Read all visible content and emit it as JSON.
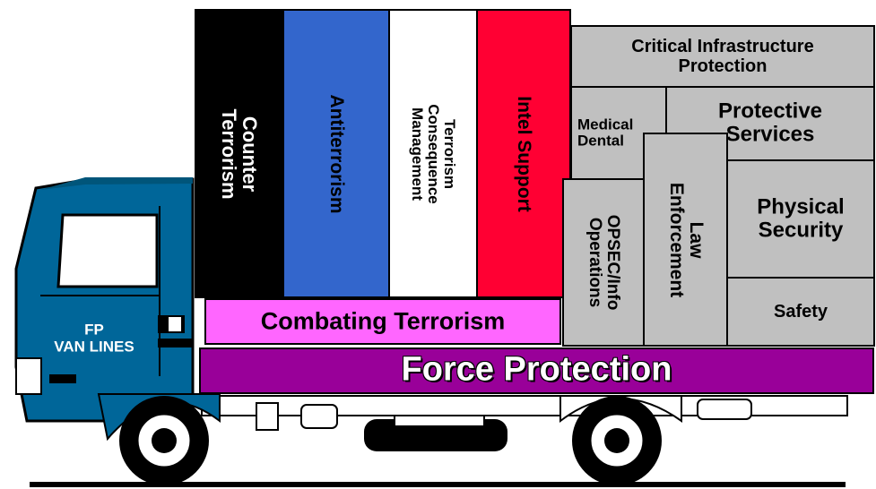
{
  "truck": {
    "door_label": "FP\nVAN LINES"
  },
  "base": {
    "title": "Force Protection",
    "combating": "Combating Terrorism"
  },
  "columns": {
    "counter_terrorism": "Counter\nTerrorism",
    "antiterrorism": "Antiterrorism",
    "consequence_mgmt": "Terrorism\nConsequence\nManagement",
    "intel_support": "Intel Support"
  },
  "blocks": {
    "critical_infrastructure": "Critical Infrastructure\nProtection",
    "medical_dental": "Medical\nDental",
    "protective_services": "Protective\nServices",
    "opsec": "OPSEC/Info\nOperations",
    "law_enforcement": "Law\nEnforcement",
    "physical_security": "Physical\nSecurity",
    "safety": "Safety"
  },
  "colors": {
    "truck_blue": "#006699",
    "counter_terrorism": "#000000",
    "antiterrorism": "#3366cc",
    "consequence_mgmt": "#ffffff",
    "intel_support": "#ff0033",
    "gray_blocks": "#c0c0c0",
    "combating_bar": "#ff66ff",
    "force_protection_bar": "#990099"
  }
}
